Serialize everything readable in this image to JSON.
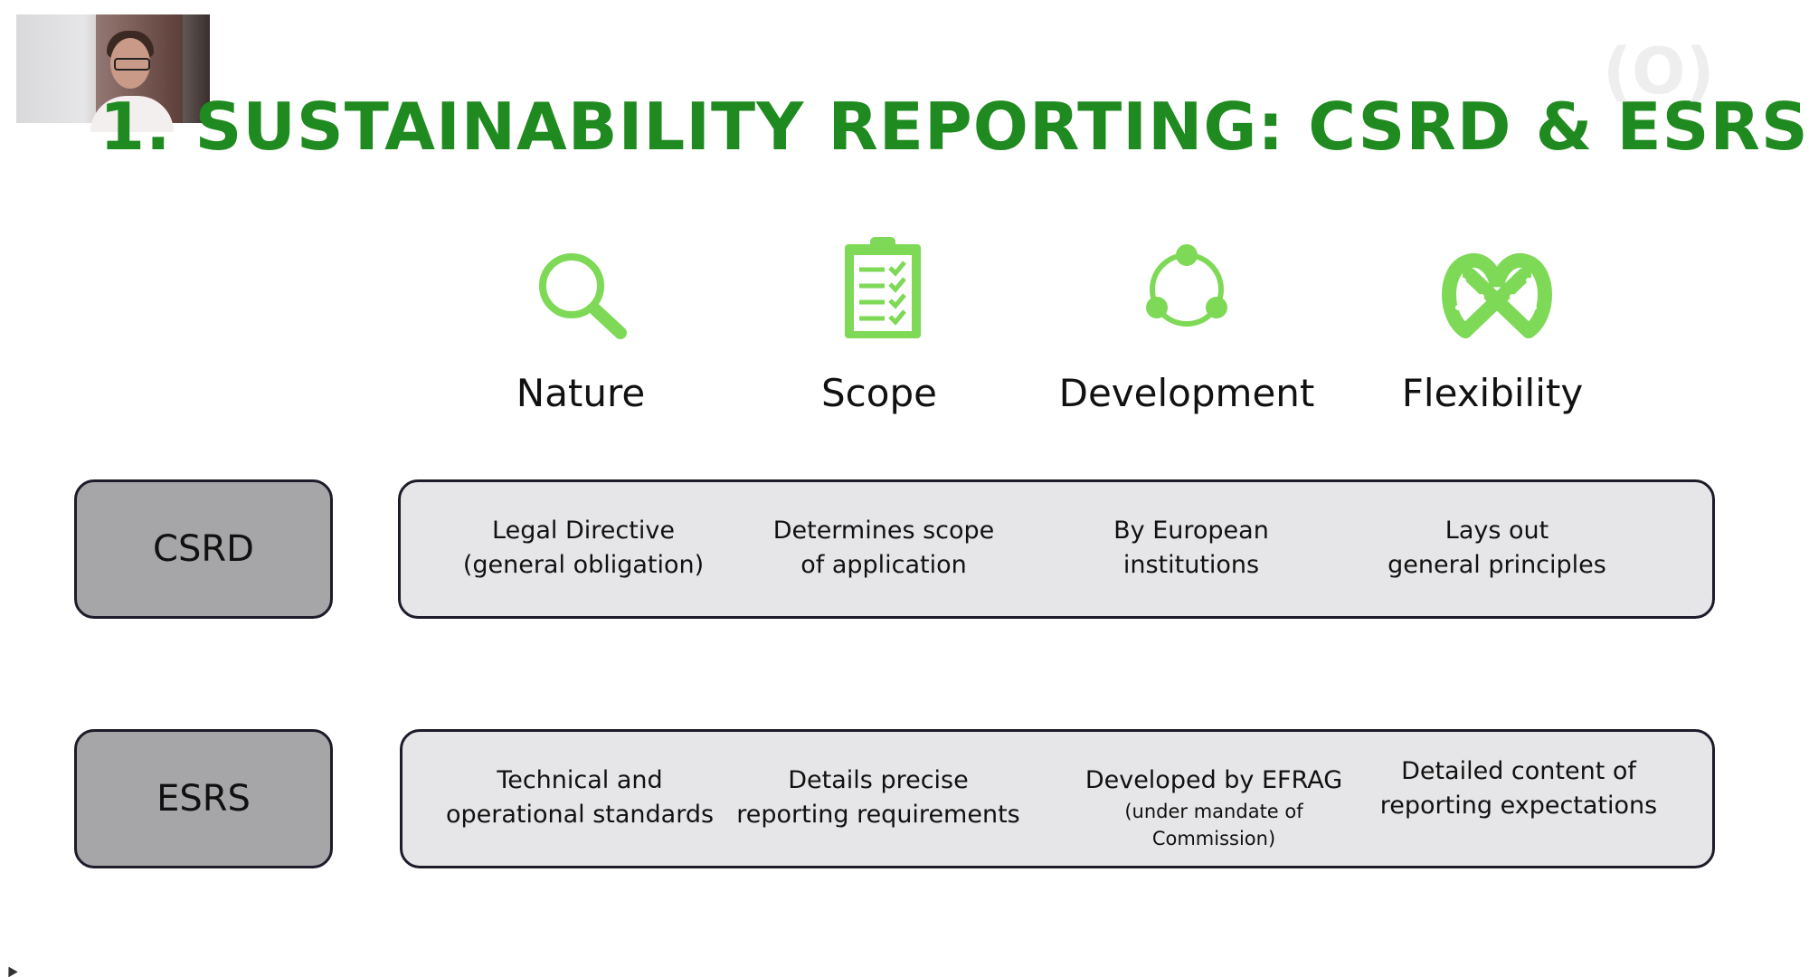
{
  "slide": {
    "title": "1. SUSTAINABILITY REPORTING: CSRD & ESRS",
    "accent_color": "#1f8a1f",
    "icon_color": "#7ed957",
    "watermark": "(O)"
  },
  "columns": [
    {
      "label": "Nature",
      "icon": "magnifier-icon"
    },
    {
      "label": "Scope",
      "icon": "clipboard-checklist-icon"
    },
    {
      "label": "Development",
      "icon": "cycle-icon"
    },
    {
      "label": "Flexibility",
      "icon": "pretzel-icon"
    }
  ],
  "rows": [
    {
      "label": "CSRD",
      "cells": [
        {
          "line1": "Legal Directive",
          "line2": "(general obligation)"
        },
        {
          "line1": "Determines scope",
          "line2": "of application"
        },
        {
          "line1": "By European",
          "line2": "institutions"
        },
        {
          "line1": "Lays out",
          "line2": "general principles"
        }
      ]
    },
    {
      "label": "ESRS",
      "cells": [
        {
          "line1": "Technical and",
          "line2": "operational standards"
        },
        {
          "line1": "Details precise",
          "line2": "reporting requirements"
        },
        {
          "line1": "Developed by EFRAG",
          "line2": "(under mandate of Commission)"
        },
        {
          "line1": "Detailed content of",
          "line2": "reporting expectations"
        }
      ]
    }
  ]
}
